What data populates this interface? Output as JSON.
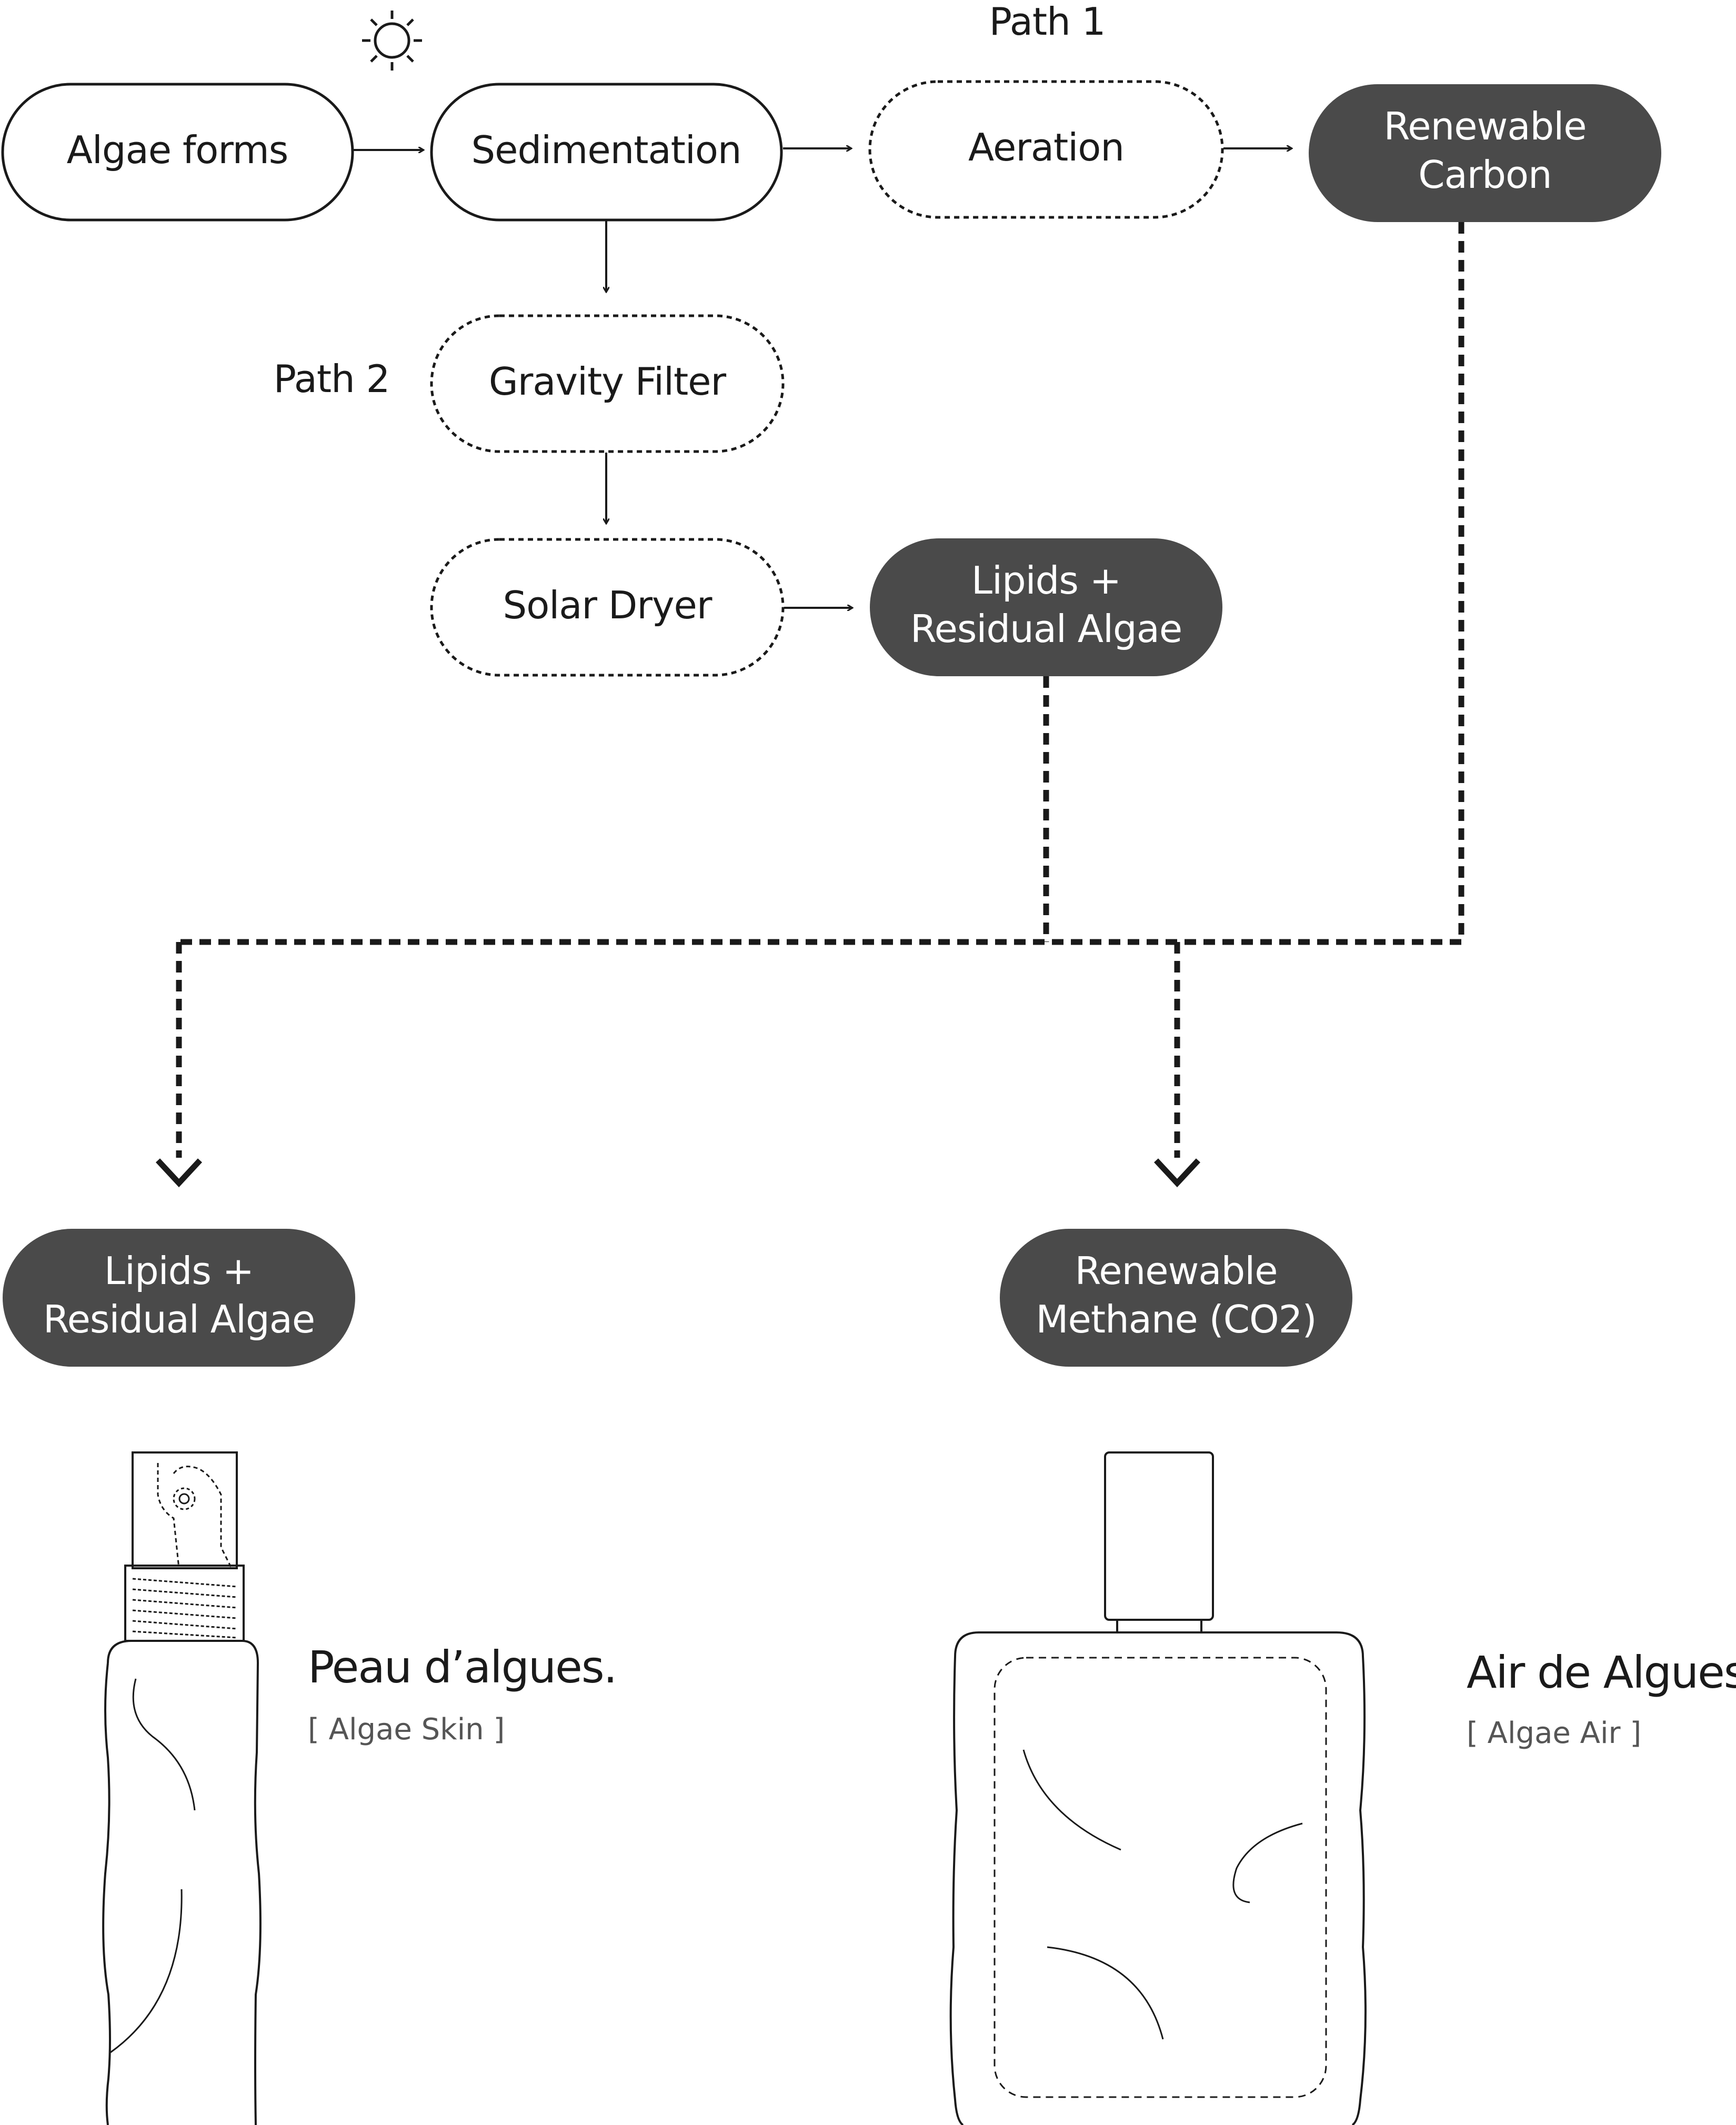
{
  "colors": {
    "ink": "#1a1a1a",
    "dark_fill": "#4a4a4a",
    "light_text": "#ffffff",
    "sub_text": "#555555"
  },
  "nodes": {
    "algae_forms": "Algae forms",
    "sedimentation": "Sedimentation",
    "aeration": "Aeration",
    "renewable_carbon": [
      "Renewable",
      "Carbon"
    ],
    "gravity_filter": "Gravity Filter",
    "solar_dryer": "Solar Dryer",
    "lipids_mid": [
      "Lipids +",
      "Residual Algae"
    ],
    "lipids_out": [
      "Lipids +",
      "Residual Algae"
    ],
    "methane_out": [
      "Renewable",
      "Methane (CO2)"
    ]
  },
  "labels": {
    "path1": "Path 1",
    "path2": "Path 2"
  },
  "icons": {
    "sun": "sun-icon",
    "spray_bottle": "spray-bottle-icon",
    "perfume_bottle": "perfume-bottle-icon"
  },
  "products": {
    "left": {
      "title": "Peau d’algues.",
      "subtitle": "[ Algae Skin ]"
    },
    "right": {
      "title": "Air de Algues",
      "subtitle": "[ Algae Air ]"
    }
  }
}
